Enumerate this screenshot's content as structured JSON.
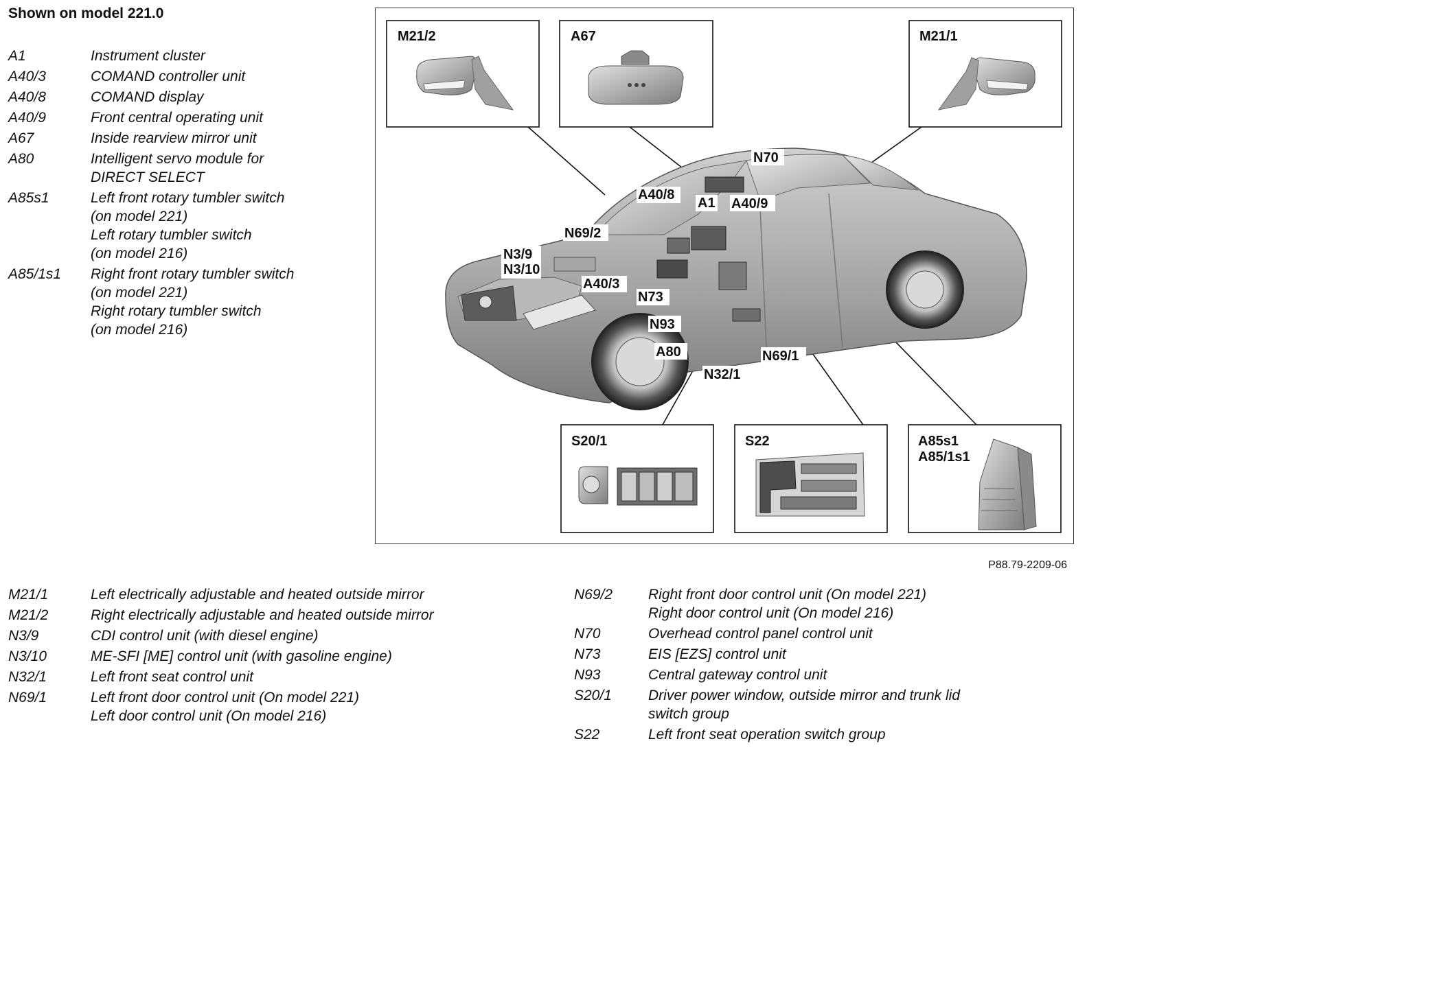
{
  "heading": "Shown on model 221.0",
  "figure_ref": "P88.79-2209-06",
  "legend_top": [
    {
      "code": "A1",
      "lines": [
        "Instrument cluster"
      ]
    },
    {
      "code": "A40/3",
      "lines": [
        "COMAND controller unit"
      ]
    },
    {
      "code": "A40/8",
      "lines": [
        "COMAND display"
      ]
    },
    {
      "code": "A40/9",
      "lines": [
        "Front central operating unit"
      ]
    },
    {
      "code": "A67",
      "lines": [
        "Inside rearview mirror unit"
      ]
    },
    {
      "code": "A80",
      "lines": [
        "Intelligent servo module for",
        "DIRECT SELECT"
      ]
    },
    {
      "code": "A85s1",
      "lines": [
        "Left front rotary tumbler switch",
        "(on model 221)",
        "Left rotary tumbler switch",
        "(on model 216)"
      ]
    },
    {
      "code": "A85/1s1",
      "lines": [
        "Right front rotary tumbler switch",
        "(on model 221)",
        "Right rotary tumbler switch",
        "(on model 216)"
      ]
    }
  ],
  "legend_bottom_left": [
    {
      "code": "M21/1",
      "lines": [
        "Left electrically adjustable and heated outside mirror"
      ]
    },
    {
      "code": "M21/2",
      "lines": [
        "Right electrically adjustable and heated outside mirror"
      ]
    },
    {
      "code": "N3/9",
      "lines": [
        "CDI control unit (with diesel engine)"
      ]
    },
    {
      "code": "N3/10",
      "lines": [
        "ME-SFI [ME] control unit (with gasoline engine)"
      ]
    },
    {
      "code": "N32/1",
      "lines": [
        "Left front seat control unit"
      ]
    },
    {
      "code": "N69/1",
      "lines": [
        "Left front door control unit (On model 221)",
        "Left door control unit (On model 216)"
      ]
    }
  ],
  "legend_bottom_right": [
    {
      "code": "N69/2",
      "lines": [
        "Right front door control unit (On model 221)",
        "Right door control unit (On model 216)"
      ]
    },
    {
      "code": "N70",
      "lines": [
        "Overhead control panel control unit"
      ]
    },
    {
      "code": "N73",
      "lines": [
        "EIS [EZS] control unit"
      ]
    },
    {
      "code": "N93",
      "lines": [
        "Central gateway control unit"
      ]
    },
    {
      "code": "S20/1",
      "lines": [
        "Driver power window, outside mirror and trunk lid",
        "switch group"
      ]
    },
    {
      "code": "S22",
      "lines": [
        "Left front seat operation switch group"
      ]
    }
  ],
  "inset_labels": {
    "m21_2": "M21/2",
    "a67": "A67",
    "m21_1": "M21/1",
    "s20_1": "S20/1",
    "s22": "S22",
    "a85s1": "A85s1",
    "a85_1s1": "A85/1s1"
  },
  "callouts": {
    "n70": "N70",
    "a40_8": "A40/8",
    "a1": "A1",
    "a40_9": "A40/9",
    "n69_2": "N69/2",
    "n3_9": "N3/9",
    "n3_10": "N3/10",
    "a40_3": "A40/3",
    "n73": "N73",
    "n93": "N93",
    "a80": "A80",
    "n69_1": "N69/1",
    "n32_1": "N32/1"
  }
}
